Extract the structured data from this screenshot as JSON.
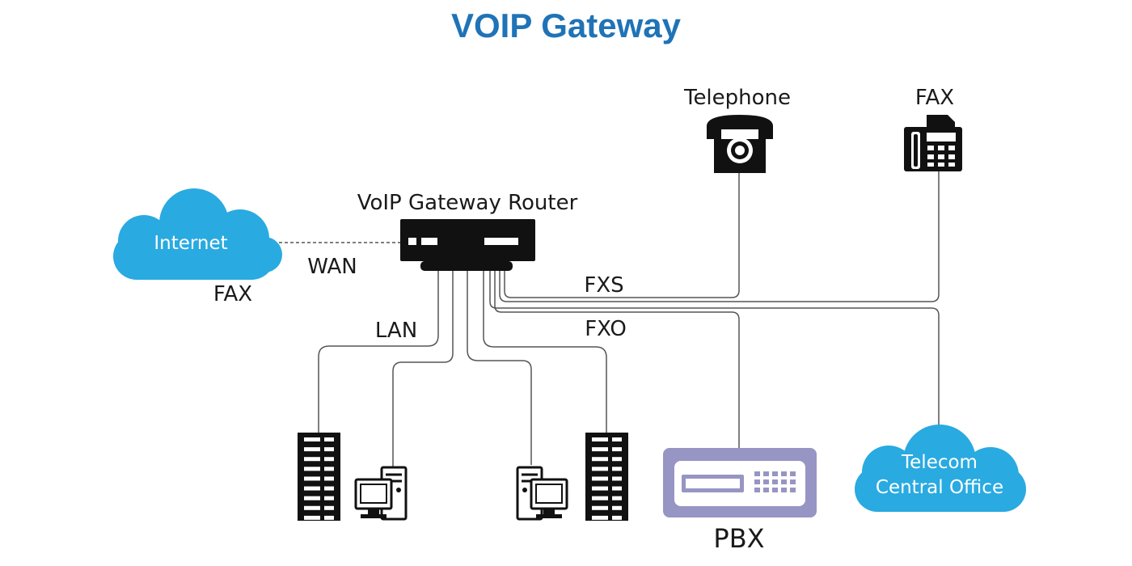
{
  "title": "VOIP Gateway",
  "colors": {
    "title": "#1f73b7",
    "cloud": "#29aae1",
    "pbx": "#9795c4",
    "device": "#111111",
    "line": "#555555"
  },
  "labels": {
    "router": "VoIP Gateway Router",
    "internet": "Internet",
    "internet_fax": "FAX",
    "wan": "WAN",
    "lan": "LAN",
    "fxs": "FXS",
    "fxo": "FXO",
    "telephone": "Telephone",
    "fax": "FAX",
    "pbx": "PBX",
    "telecom_line1": "Telecom",
    "telecom_line2": "Central Office"
  },
  "icons": [
    "cloud-icon",
    "router-icon",
    "telephone-icon",
    "fax-machine-icon",
    "server-rack-icon",
    "desktop-computer-icon",
    "pbx-unit-icon"
  ]
}
